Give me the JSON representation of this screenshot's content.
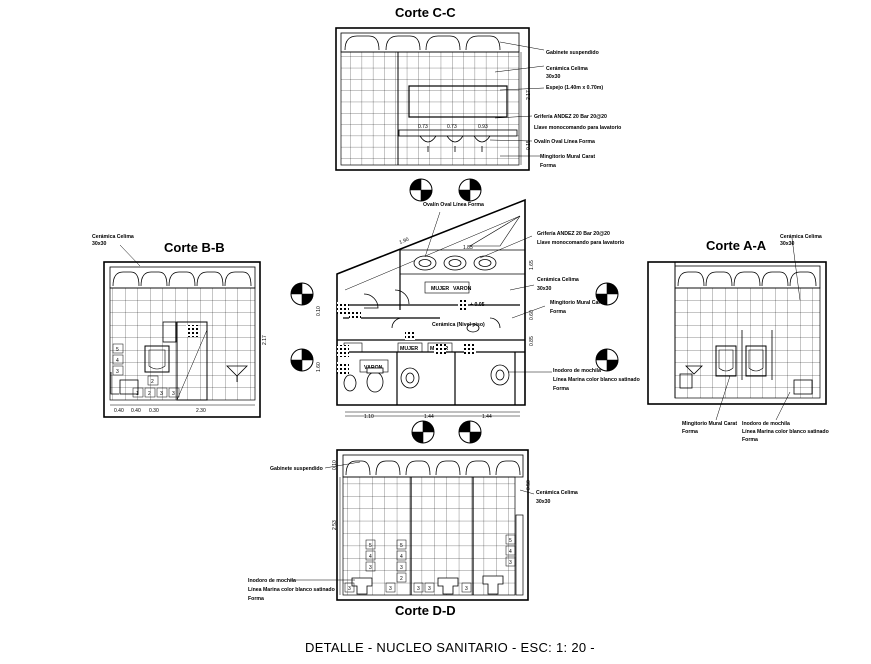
{
  "footer": {
    "title": "DETALLE - NUCLEO SANITARIO - ESC: 1: 20 -"
  },
  "sections": {
    "c": {
      "title": "Corte C-C"
    },
    "b": {
      "title": "Corte B-B"
    },
    "a": {
      "title": "Corte A-A"
    },
    "d": {
      "title": "Corte D-D"
    }
  },
  "notes": {
    "c_cabinet": "Gabinete suspendido",
    "c_tile_1": "Cerámica Celima",
    "c_tile_2": "30x30",
    "c_mirror": "Espejo (1.40m x 0.70m)",
    "c_faucet_1": "Grifería ANDEZ 20 Bar 20@20",
    "c_faucet_2": "Llave monocomando para lavatorio",
    "c_basin": "Ovalín Oval Línea Forma",
    "c_urinal_1": "Mingitorio Mural Carat",
    "c_urinal_2": "Forma",
    "p_basin": "Ovalín Oval Línea Forma",
    "p_faucet_1": "Grifería ANDEZ 20 Bar 20@20",
    "p_faucet_2": "Llave monocomando para lavatorio",
    "p_tile_1": "Cerámica Celima",
    "p_tile_2": "30x30",
    "p_urinal_1": "Mingitorio Mural Carat",
    "p_urinal_2": "Forma",
    "p_wc_1": "Inodoro de mochila",
    "p_wc_2": "Línea Marina color blanco satinado",
    "p_wc_3": "Forma",
    "p_room_1": "Cerámica (Nivel piso)",
    "p_room_2": "MUJER",
    "p_room_3": "VARON",
    "p_room_4": "MUJER",
    "p_room_5": "MUJER",
    "p_level": "+ 0.05",
    "b_tile_1": "Cerámica Celima",
    "b_tile_2": "30x30",
    "a_tile_1": "Cerámica Celima",
    "a_tile_2": "30x30",
    "a_urinal_1": "Mingitorio Mural Carat",
    "a_urinal_2": "Forma",
    "a_wc_1": "Inodoro de mochila",
    "a_wc_2": "Línea Marina color blanco satinado",
    "a_wc_3": "Forma",
    "d_cabinet": "Gabinete suspendido",
    "d_tile_1": "Cerámica Celima",
    "d_tile_2": "30x30",
    "d_wc_1": "Inodoro de mochila",
    "d_wc_2": "Línea Marina color blanco satinado",
    "d_wc_3": "Forma"
  },
  "dims": {
    "c_h": "2.17",
    "c_v1": "0.73",
    "c_v2": "0.73",
    "c_v3": "0.93",
    "c_s": "0.15",
    "b_d1": "0.40",
    "b_d2": "0.40",
    "b_d3": "0.30",
    "b_d4": "2.30",
    "b_h": "2.17",
    "p_d1": "1.10",
    "p_d2": "1.44",
    "p_d3": "1.44",
    "p_diag": "1.90",
    "p_top": "1.85",
    "p_v1": "1.65",
    "p_v2": "0.60",
    "p_v3": "0.85",
    "p_l1": "0.10",
    "p_l2": "1.60",
    "d_h1": "2.53",
    "d_h2": "0.10",
    "d_h3": "0.50"
  },
  "tile_numbers": [
    "1",
    "2",
    "3",
    "4",
    "5"
  ]
}
